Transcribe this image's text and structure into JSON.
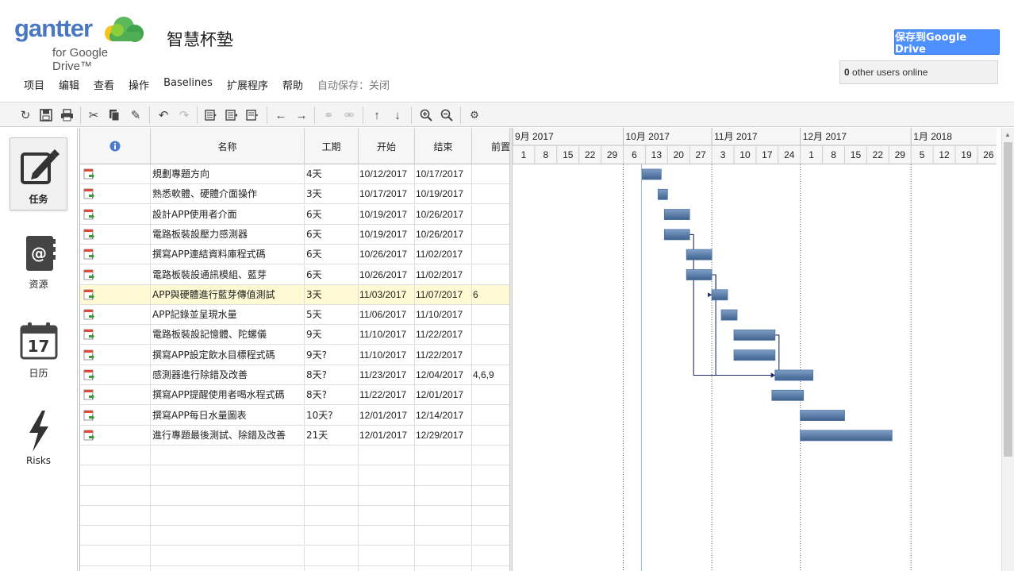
{
  "app": {
    "logo_word": "gantter",
    "logo_sub": "for Google Drive™",
    "doc_title": "智慧杯墊",
    "save_button": "保存到Google Drive",
    "users_count": "0",
    "users_text": " other users online"
  },
  "menu": {
    "items": [
      "项目",
      "编辑",
      "查看",
      "操作",
      "Baselines",
      "扩展程序",
      "帮助"
    ],
    "autosave": "自动保存：关闭"
  },
  "toolbar": {
    "icons": [
      "refresh-icon",
      "save-icon",
      "print-icon",
      "cut-icon",
      "copy-icon",
      "paint-icon",
      "undo-icon",
      "redo-icon",
      "indent-icon",
      "outdent-icon",
      "notes-icon",
      "arrow-left-icon",
      "arrow-right-icon",
      "link-icon",
      "unlink-icon",
      "arrow-up-icon",
      "arrow-down-icon",
      "zoom-in-icon",
      "zoom-out-icon",
      "settings-icon"
    ]
  },
  "sidebar": {
    "items": [
      {
        "label": "任务",
        "icon": "pencil-icon",
        "active": true
      },
      {
        "label": "资源",
        "icon": "address-book-icon",
        "active": false
      },
      {
        "label": "日历",
        "icon": "calendar-icon",
        "active": false,
        "icon_text": "17"
      },
      {
        "label": "Risks",
        "icon": "lightning-icon",
        "active": false
      }
    ]
  },
  "grid": {
    "columns": {
      "info": "i",
      "name": "名称",
      "duration": "工期",
      "start": "开始",
      "end": "结束",
      "pred": "前置"
    },
    "rows": [
      {
        "name": "規劃專題方向",
        "duration": "4天",
        "start": "10/12/2017",
        "end": "10/17/2017",
        "pred": ""
      },
      {
        "name": "熟悉軟體、硬體介面操作",
        "duration": "3天",
        "start": "10/17/2017",
        "end": "10/19/2017",
        "pred": ""
      },
      {
        "name": "設計APP使用者介面",
        "duration": "6天",
        "start": "10/19/2017",
        "end": "10/26/2017",
        "pred": ""
      },
      {
        "name": "電路板裝設壓力感測器",
        "duration": "6天",
        "start": "10/19/2017",
        "end": "10/26/2017",
        "pred": ""
      },
      {
        "name": "撰寫APP連結資料庫程式碼",
        "duration": "6天",
        "start": "10/26/2017",
        "end": "11/02/2017",
        "pred": ""
      },
      {
        "name": "電路板裝設通訊模組、藍芽",
        "duration": "6天",
        "start": "10/26/2017",
        "end": "11/02/2017",
        "pred": ""
      },
      {
        "name": "APP與硬體進行藍芽傳值測試",
        "duration": "3天",
        "start": "11/03/2017",
        "end": "11/07/2017",
        "pred": "6",
        "selected": true
      },
      {
        "name": "APP記錄並呈現水量",
        "duration": "5天",
        "start": "11/06/2017",
        "end": "11/10/2017",
        "pred": ""
      },
      {
        "name": "電路板裝設記憶體、陀螺儀",
        "duration": "9天",
        "start": "11/10/2017",
        "end": "11/22/2017",
        "pred": ""
      },
      {
        "name": "撰寫APP設定飲水目標程式碼",
        "duration": "9天?",
        "start": "11/10/2017",
        "end": "11/22/2017",
        "pred": ""
      },
      {
        "name": "感測器進行除錯及改善",
        "duration": "8天?",
        "start": "11/23/2017",
        "end": "12/04/2017",
        "pred": "4,6,9"
      },
      {
        "name": "撰寫APP提醒使用者喝水程式碼",
        "duration": "8天?",
        "start": "11/22/2017",
        "end": "12/01/2017",
        "pred": ""
      },
      {
        "name": "撰寫APP每日水量圖表",
        "duration": "10天?",
        "start": "12/01/2017",
        "end": "12/14/2017",
        "pred": ""
      },
      {
        "name": "進行專題最後測試、除錯及改善",
        "duration": "21天",
        "start": "12/01/2017",
        "end": "12/29/2017",
        "pred": ""
      }
    ],
    "empty_rows": 7
  },
  "gantt": {
    "months": [
      "9月 2017",
      "10月 2017",
      "11月 2017",
      "12月 2017",
      "1月 2018"
    ],
    "weeks": [
      "1",
      "8",
      "15",
      "22",
      "29",
      "6",
      "13",
      "20",
      "27",
      "3",
      "10",
      "17",
      "24",
      "1",
      "8",
      "15",
      "22",
      "29",
      "5",
      "12",
      "19",
      "26"
    ],
    "bar_color": "#4f73a0"
  }
}
